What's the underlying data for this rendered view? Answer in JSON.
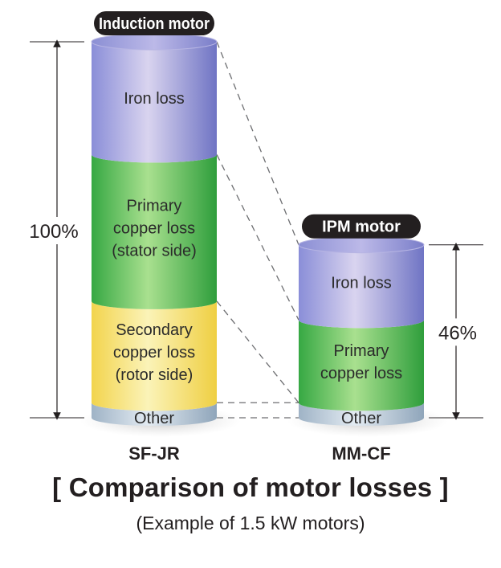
{
  "title": "[ Comparison of motor losses ]",
  "subtitle": "(Example of 1.5 kW motors)",
  "chart_data": {
    "type": "stacked-cylinder-bar",
    "unit": "%",
    "segment_order": [
      "Other",
      "Secondary copper loss",
      "Primary copper loss",
      "Iron loss"
    ],
    "bars": [
      {
        "category": "SF-JR",
        "label": "Induction motor",
        "total_label": "100%",
        "total": 100,
        "segments": [
          {
            "name": "Other",
            "label": [
              "Other"
            ],
            "value": 4,
            "color": "#a9bccc"
          },
          {
            "name": "Secondary copper loss",
            "label": [
              "Secondary",
              "copper loss",
              "(rotor side)"
            ],
            "value": 27,
            "color": "#f4e06a"
          },
          {
            "name": "Primary copper loss",
            "label": [
              "Primary",
              "copper loss",
              "(stator side)"
            ],
            "value": 39,
            "color": "#3fb349"
          },
          {
            "name": "Iron loss",
            "label": [
              "Iron loss"
            ],
            "value": 30,
            "color": "#8f8fd6"
          }
        ]
      },
      {
        "category": "MM-CF",
        "label": "IPM motor",
        "total_label": "46%",
        "total": 46,
        "segments": [
          {
            "name": "Other",
            "label": [
              "Other"
            ],
            "value": 4,
            "color": "#a9bccc"
          },
          {
            "name": "Primary copper loss",
            "label": [
              "Primary",
              "copper loss"
            ],
            "value": 22,
            "color": "#3fb349"
          },
          {
            "name": "Iron loss",
            "label": [
              "Iron loss"
            ],
            "value": 20,
            "color": "#8f8fd6"
          }
        ]
      }
    ]
  }
}
